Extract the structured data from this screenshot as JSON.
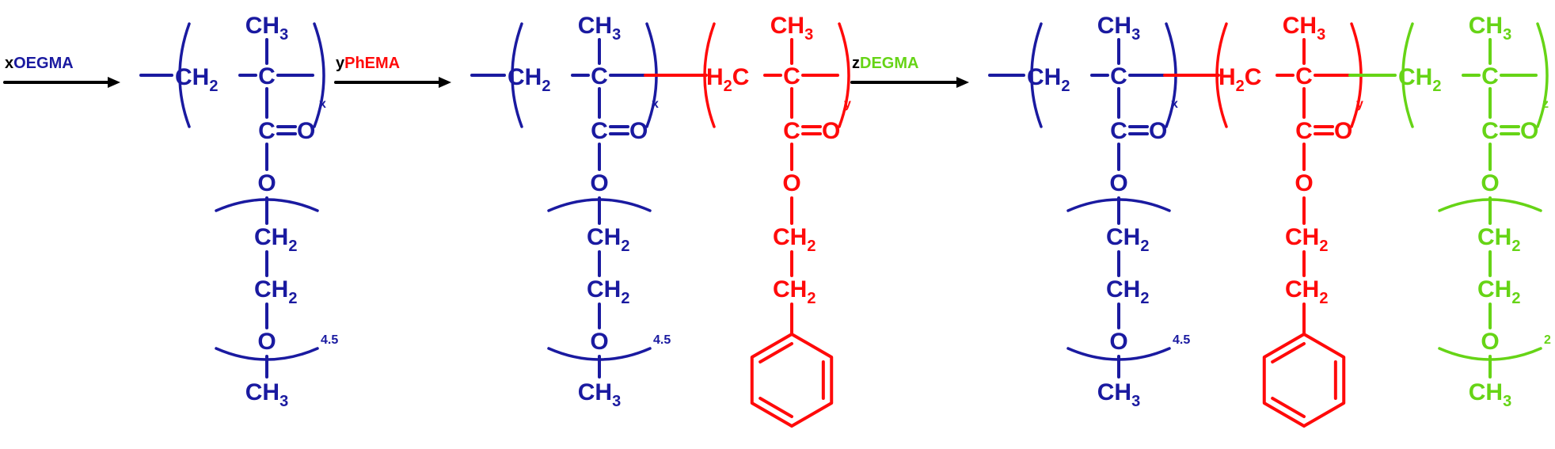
{
  "colors": {
    "oegma": "#1a1aa0",
    "phema": "#ff0a0a",
    "degma": "#66d416",
    "arrow": "#000000"
  },
  "steps": [
    {
      "coef": "x",
      "monomer": "OEGMA"
    },
    {
      "coef": "y",
      "monomer": "PhEMA"
    },
    {
      "coef": "z",
      "monomer": "DEGMA"
    }
  ],
  "structures": [
    {
      "name": "poly-oegma",
      "segments": [
        "oegma"
      ]
    },
    {
      "name": "poly-oegma-b-phema",
      "segments": [
        "oegma",
        "phema"
      ]
    },
    {
      "name": "poly-oegma-b-phema-b-degma",
      "segments": [
        "oegma",
        "phema",
        "degma"
      ]
    }
  ],
  "labels": {
    "ch3": "CH",
    "ch2": "CH",
    "h2c": "H",
    "h2c_tail": "C",
    "c": "C",
    "o": "O",
    "sub3": "3",
    "sub2": "2",
    "x": "x",
    "y": "y",
    "z": "z",
    "oegma_repeat": "4.5",
    "degma_repeat": "2"
  }
}
